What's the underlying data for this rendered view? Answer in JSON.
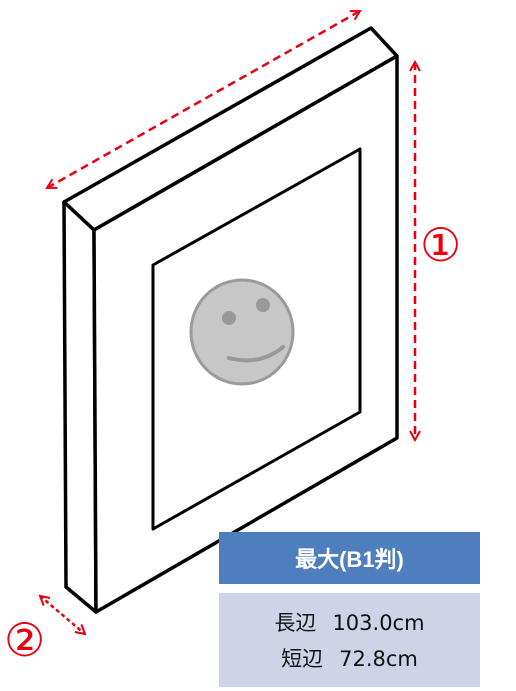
{
  "labels": {
    "marker_long": "①",
    "marker_short": "②"
  },
  "size_panel": {
    "title": "最大(B1判)",
    "long_side": {
      "label": "長辺",
      "value": "103.0cm"
    },
    "short_side": {
      "label": "短辺",
      "value": "72.8cm"
    }
  },
  "colors": {
    "dimension_arrow": "#e8000e",
    "frame_stroke": "#000000",
    "smiley_fill": "#c7c7c7",
    "smiley_stroke": "#999999",
    "header_bg": "#4f7ebe",
    "body_bg": "#cdd4e7"
  }
}
